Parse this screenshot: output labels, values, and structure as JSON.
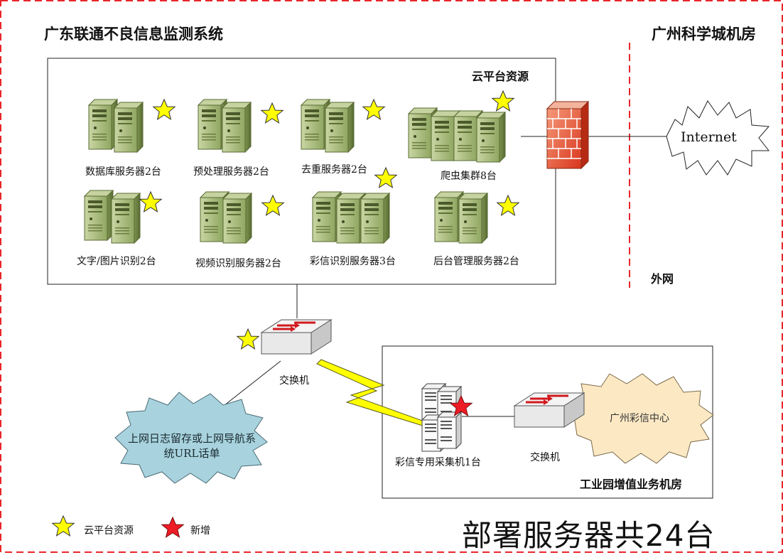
{
  "title": "广东联通不良信息监测系统",
  "right_title": "广州科学城机房",
  "cloud_platform_label": "云平台资源",
  "external_label": "外网",
  "internet_label": "Internet",
  "servers": [
    {
      "label": "数据库服务器2台"
    },
    {
      "label": "预处理服务器2台"
    },
    {
      "label": "去重服务器2台"
    },
    {
      "label": "爬虫集群8台"
    },
    {
      "label": "文字/图片识别2台"
    },
    {
      "label": "视频识别服务器2台"
    },
    {
      "label": "彩信识别服务器3台"
    },
    {
      "label": "后台管理服务器2台"
    }
  ],
  "switch_main_label": "交换机",
  "switch_right_label": "交换机",
  "log_cloud_label": "上网日志留存或上网导航系统URL话单",
  "mms_collector_label": "彩信专用采集机1台",
  "mms_center_label": "广州彩信中心",
  "industrial_room_label": "工业园增值业务机房",
  "legend": {
    "cloud_resource": "云平台资源",
    "new_added": "新增"
  },
  "summary": "部署服务器共24台",
  "colors": {
    "dashed_border": "#e8262b",
    "server_green": "#a9bd7a",
    "star_yellow": "#ffff00",
    "star_red": "#ee1c24",
    "cloud_blue": "#a8d3de",
    "cloud_cream": "#fce9c4",
    "firewall": "#e8553a",
    "link_yellow": "#ffff00"
  }
}
